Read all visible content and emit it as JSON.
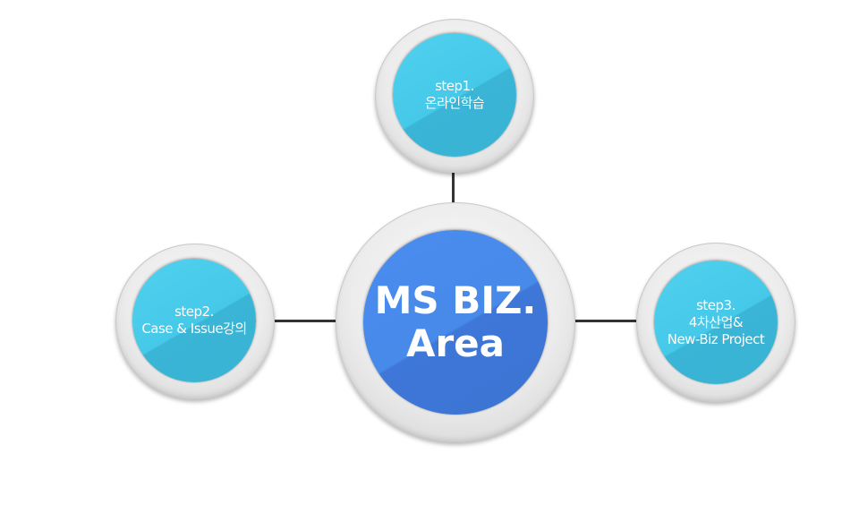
{
  "diagram": {
    "center": {
      "line1": "MS BIZ.",
      "line2": "Area"
    },
    "top_node": {
      "line1": "step1.",
      "line2": "온라인학습"
    },
    "left_node": {
      "line1": "step2.",
      "line2": "Case & Issue강의"
    },
    "right_node": {
      "line1": "step3.",
      "line2": "4차산업&",
      "line3": "New-Biz Project"
    }
  },
  "colors": {
    "small_node": "#46c9e9",
    "center_node": "#478ae9",
    "ring": "#ececec",
    "connector": "#333333",
    "text": "#ffffff"
  }
}
